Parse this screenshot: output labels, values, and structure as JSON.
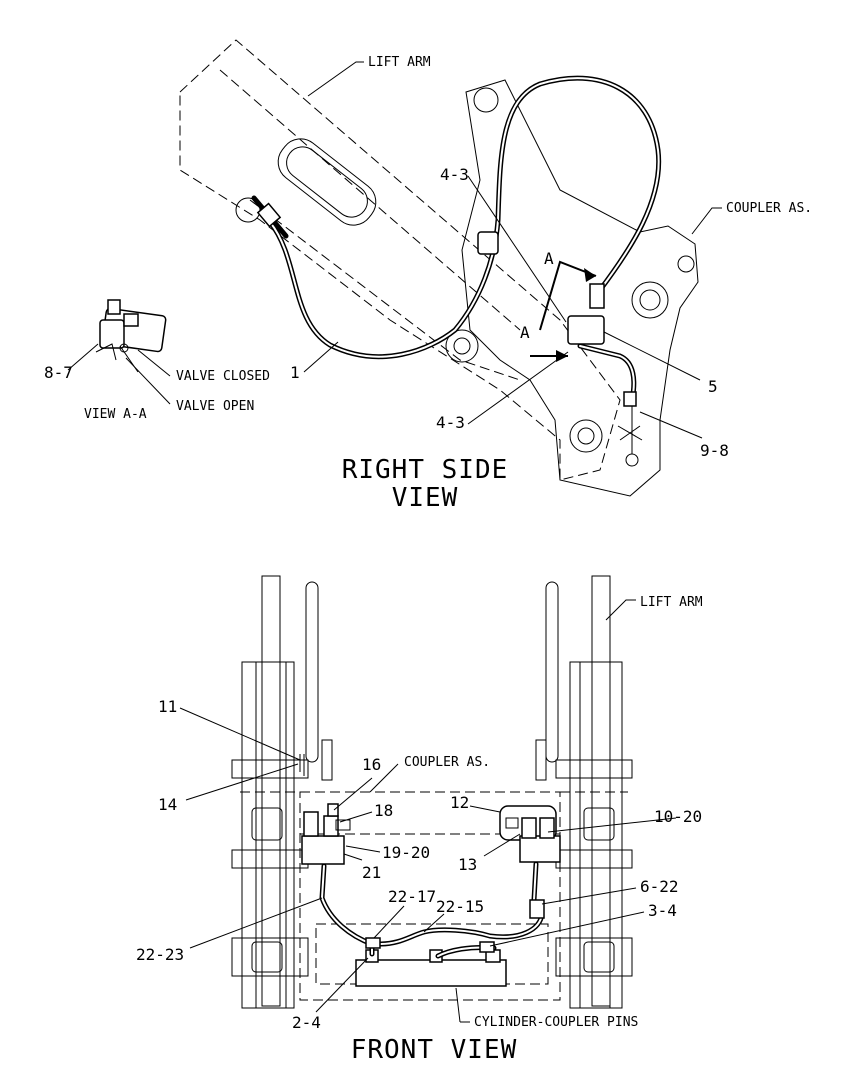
{
  "right_side_view": {
    "title_line1": "RIGHT SIDE",
    "title_line2": "VIEW",
    "labels": {
      "lift_arm": "LIFT ARM",
      "coupler_as": "COUPLER AS.",
      "valve_closed": "VALVE CLOSED",
      "valve_open": "VALVE OPEN",
      "view_a_a": "VIEW A-A",
      "section_a_1": "A",
      "section_a_2": "A"
    },
    "callouts": {
      "c_4_3_top": "4-3",
      "c_4_3_bottom": "4-3",
      "c_1": "1",
      "c_5": "5",
      "c_9_8": "9-8",
      "c_8_7": "8-7"
    }
  },
  "front_view": {
    "title": "FRONT VIEW",
    "labels": {
      "lift_arm": "LIFT ARM",
      "coupler_as": "COUPLER AS.",
      "cylinder_coupler_pins": "CYLINDER-COUPLER PINS"
    },
    "callouts": {
      "c_11": "11",
      "c_14": "14",
      "c_16": "16",
      "c_18": "18",
      "c_19_20": "19-20",
      "c_21": "21",
      "c_12": "12",
      "c_10_20": "10-20",
      "c_13": "13",
      "c_6_22": "6-22",
      "c_3_4": "3-4",
      "c_22_17": "22-17",
      "c_22_15": "22-15",
      "c_22_23": "22-23",
      "c_2_4": "2-4"
    }
  }
}
